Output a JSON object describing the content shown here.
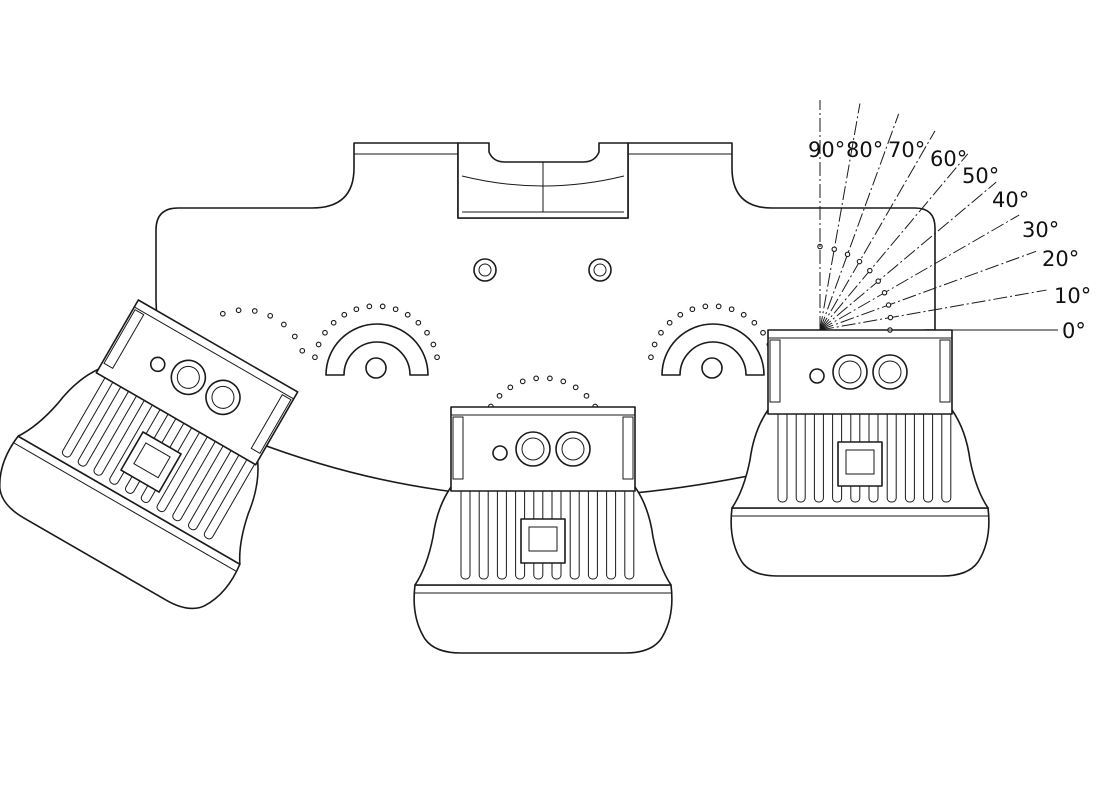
{
  "angle_scale": {
    "labels": [
      "0°",
      "10°",
      "20°",
      "30°",
      "40°",
      "50°",
      "60°",
      "70°",
      "80°",
      "90°"
    ],
    "angles_deg": [
      0,
      10,
      20,
      30,
      40,
      50,
      60,
      70,
      80,
      90
    ]
  },
  "lamps": [
    {
      "name": "left-lamp",
      "tilt_deg": 30
    },
    {
      "name": "center-lamp",
      "tilt_deg": 0
    },
    {
      "name": "right-lamp",
      "tilt_deg": 0
    }
  ]
}
